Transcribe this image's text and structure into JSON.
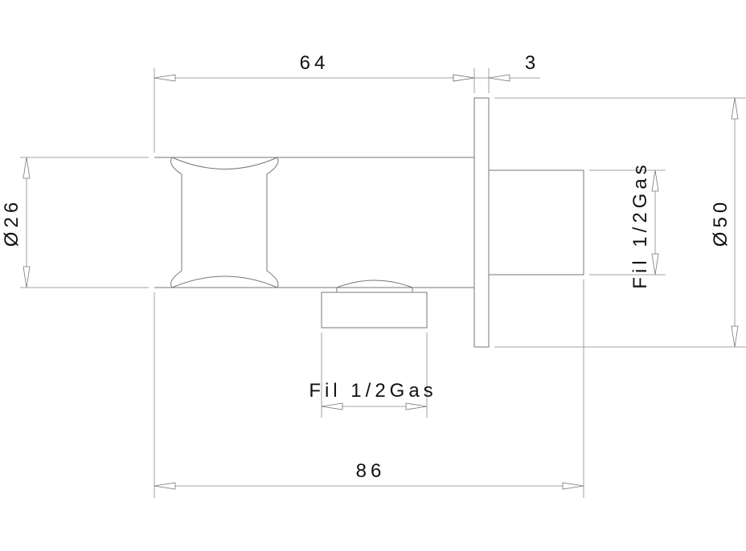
{
  "drawing": {
    "dimensions": {
      "body_length": "64",
      "flange_thickness": "3",
      "total_length": "86",
      "body_diameter": "Ø26",
      "flange_diameter": "Ø50",
      "rear_thread": "Fil 1/2Gas",
      "outlet_thread": "Fil 1/2Gas"
    },
    "colors": {
      "line": "#777777",
      "text": "#111111"
    }
  }
}
